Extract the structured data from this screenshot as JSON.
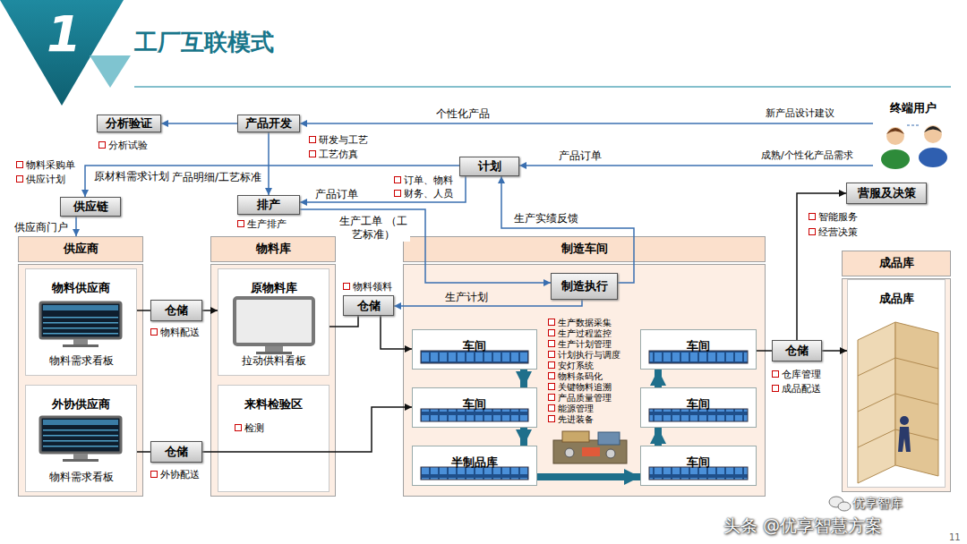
{
  "diagram": {
    "title": "工厂互联模式",
    "nodes": [
      {
        "text": [
          "分析验证"
        ]
      },
      {
        "text": [
          "产品开发"
        ]
      },
      {
        "text": [
          "终端用户"
        ]
      },
      {
        "text": [
          "计划"
        ]
      },
      {
        "text": [
          "供应链"
        ]
      },
      {
        "text": [
          "排产"
        ]
      },
      {
        "text": [
          "营服及决策"
        ]
      },
      {
        "text": [
          "供应商"
        ]
      },
      {
        "text": [
          "物料供应商",
          "物料需求看板"
        ],
        "in": 7
      },
      {
        "text": [
          "外协供应商",
          "物料需求看板"
        ],
        "in": 7
      },
      {
        "text": [
          "仓储"
        ]
      },
      {
        "text": [
          "仓储"
        ]
      },
      {
        "text": [
          "物料库"
        ]
      },
      {
        "text": [
          "原物料库",
          "拉动供料看板"
        ],
        "in": 12
      },
      {
        "text": [
          "来料检验区"
        ],
        "in": 12
      },
      {
        "text": [
          "制造车间"
        ]
      },
      {
        "text": [
          "制造执行"
        ],
        "in": 15
      },
      {
        "text": [
          "仓储"
        ]
      },
      {
        "text": [
          "车间"
        ],
        "in": 15
      },
      {
        "text": [
          "车间"
        ],
        "in": 15
      },
      {
        "text": [
          "半制品库"
        ],
        "in": 15
      },
      {
        "text": [
          "车间"
        ],
        "in": 15
      },
      {
        "text": [
          "车间"
        ],
        "in": 15
      },
      {
        "text": [
          "车间"
        ],
        "in": 15
      },
      {
        "text": [
          "仓储"
        ]
      },
      {
        "text": [
          "成品库"
        ]
      },
      {
        "text": [
          "成品库"
        ],
        "in": 25
      }
    ],
    "edges": [
      {
        "from": 1,
        "to": 0,
        "arrow": "to"
      },
      {
        "from": 2,
        "to": 1,
        "label": "个性化产品",
        "arrow": "to"
      },
      {
        "from": 2,
        "to": 3,
        "label": "产品订单",
        "arrow": "to"
      },
      {
        "from": 1,
        "to": 5,
        "label": "产品明细/工艺标准",
        "arrow": "to"
      },
      {
        "from": 3,
        "to": 4,
        "label": "原材料需求计划",
        "arrow": "to"
      },
      {
        "from": 3,
        "to": 5,
        "label": "产品订单",
        "arrow": "to"
      },
      {
        "from": 5,
        "to": 16,
        "label": "生产工单 （工艺标准）",
        "arrow": "to"
      },
      {
        "from": 16,
        "to": 3,
        "label": "生产实绩反馈",
        "arrow": "to"
      },
      {
        "from": 16,
        "to": 17,
        "label": "生产计划",
        "arrow": "to"
      },
      {
        "from": 4,
        "to": 7,
        "label": "供应商门户",
        "arrow": "to"
      },
      {
        "from": 8,
        "to": 10,
        "arrow": "none"
      },
      {
        "from": 10,
        "to": 13,
        "arrow": "to"
      },
      {
        "from": 9,
        "to": 11,
        "arrow": "none"
      },
      {
        "from": 11,
        "to": 19,
        "arrow": "to"
      },
      {
        "from": 13,
        "to": 17,
        "arrow": "none"
      },
      {
        "from": 17,
        "to": 18,
        "arrow": "to"
      },
      {
        "from": 18,
        "to": 19,
        "arrow": "to"
      },
      {
        "from": 19,
        "to": 20,
        "arrow": "to"
      },
      {
        "from": 20,
        "to": 23,
        "arrow": "to"
      },
      {
        "from": 23,
        "to": 22,
        "arrow": "to"
      },
      {
        "from": 22,
        "to": 21,
        "arrow": "to"
      },
      {
        "from": 21,
        "to": 24,
        "arrow": "none"
      },
      {
        "from": 24,
        "to": 26,
        "arrow": "to"
      },
      {
        "from": 24,
        "to": 6,
        "arrow": "to"
      }
    ],
    "labels": [
      "1",
      "分析试验",
      "研发与工艺",
      "工艺仿真",
      "物料采购单",
      "供应计划",
      "生产排产",
      "订单、物料",
      "财务、人员",
      "新产品设计建议",
      "成熟/个性化产品需求",
      "智能服务",
      "经营决策",
      "物料配送",
      "外协配送",
      "物料领料",
      "生产数据采集",
      "生产过程监控",
      "生产计划管理",
      "计划执行与调度",
      "安灯系统",
      "物料条码化",
      "关键物料追溯",
      "产品质量管理",
      "能源管理",
      "先进装备",
      "仓库管理",
      "成品配送",
      "检测",
      "优享智库",
      "头条 @优享智慧方案",
      "11"
    ]
  }
}
